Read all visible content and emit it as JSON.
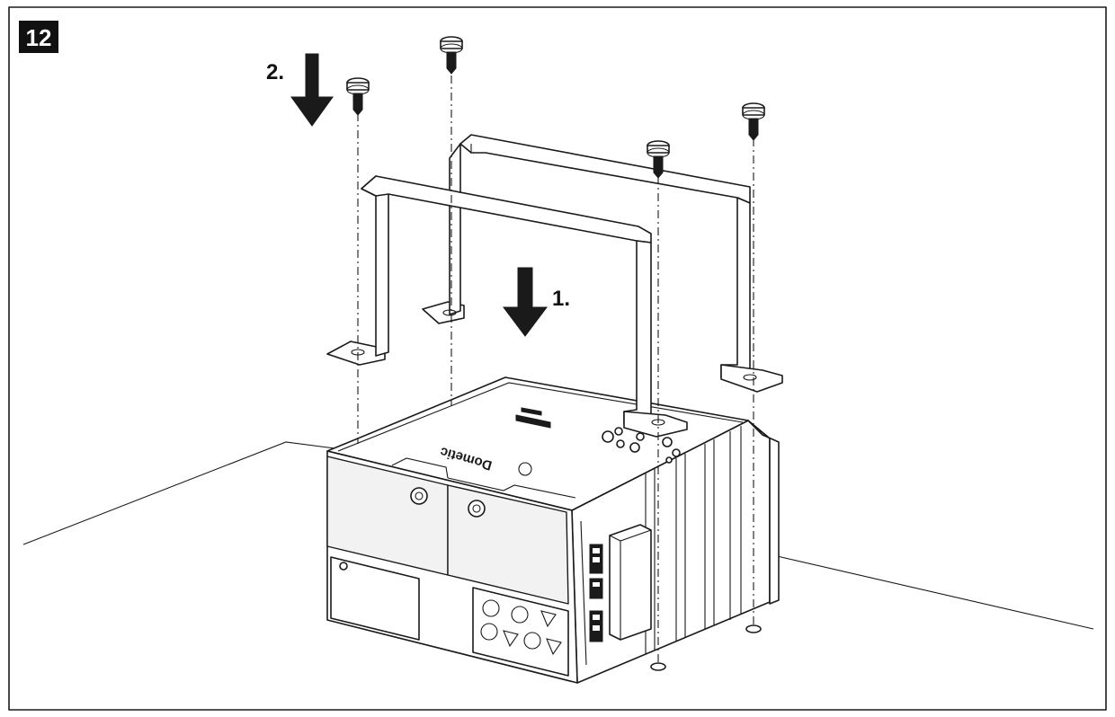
{
  "figure": {
    "step_number": "12",
    "step_labels": {
      "first": "1.",
      "second": "2."
    },
    "device_brand": "Dometic",
    "colors": {
      "ink": "#1a1a1a",
      "background": "#ffffff"
    }
  }
}
